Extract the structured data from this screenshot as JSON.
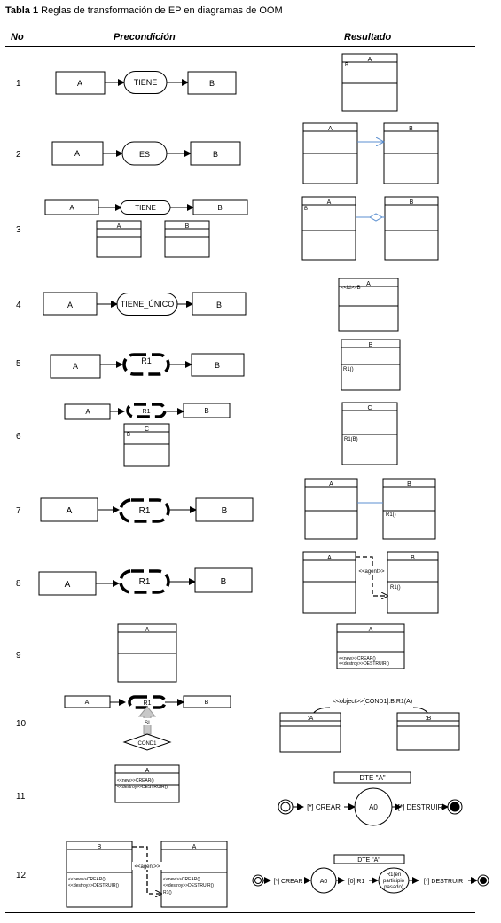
{
  "caption": {
    "label": "Tabla 1",
    "text": "Reglas de transformación de EP en diagramas de OOM"
  },
  "headers": {
    "no": "No",
    "precondition": "Precondición",
    "result": "Resultado"
  },
  "rows": [
    {
      "no": "1",
      "pre": {
        "a": "A",
        "rel": "TIENE",
        "b": "B"
      },
      "res": {
        "cls": "A",
        "attr": "B"
      }
    },
    {
      "no": "2",
      "pre": {
        "a": "A",
        "rel": "ES",
        "b": "B"
      },
      "res": {
        "a": "A",
        "b": "B"
      }
    },
    {
      "no": "3",
      "pre": {
        "a": "A",
        "rel": "TIENE",
        "b": "B",
        "ca": "A",
        "cb": "B"
      },
      "res": {
        "a": "A",
        "b": "B",
        "attr": "B"
      }
    },
    {
      "no": "4",
      "pre": {
        "a": "A",
        "rel": "TIENE_ÚNICO",
        "b": "B"
      },
      "res": {
        "cls": "A",
        "attr": "<<id>>B"
      }
    },
    {
      "no": "5",
      "pre": {
        "a": "A",
        "rel": "R1",
        "b": "B"
      },
      "res": {
        "cls": "B",
        "op": "R1()"
      }
    },
    {
      "no": "6",
      "pre": {
        "a": "A",
        "rel": "R1",
        "b": "B",
        "cc": "C",
        "ccattr": "B"
      },
      "res": {
        "cls": "C",
        "op": "R1(B)"
      }
    },
    {
      "no": "7",
      "pre": {
        "a": "A",
        "rel": "R1",
        "b": "B"
      },
      "res": {
        "a": "A",
        "b": "B",
        "op": "R1()"
      }
    },
    {
      "no": "8",
      "pre": {
        "a": "A",
        "rel": "R1",
        "b": "B"
      },
      "res": {
        "a": "A",
        "b": "B",
        "dep": "<<agent>>",
        "op": "R1()"
      }
    },
    {
      "no": "9",
      "pre": {
        "cls": "A"
      },
      "res": {
        "cls": "A",
        "op1": "<<new>>CREAR()",
        "op2": "<<destroy>>DESTRUIR()"
      }
    },
    {
      "no": "10",
      "pre": {
        "a": "A",
        "rel": "R1",
        "b": "B",
        "si": "SI",
        "cond": "COND1"
      },
      "res": {
        "msg": "<<object>>[COND1]:B.R1(A)",
        "a": ":A",
        "b": ":B"
      }
    },
    {
      "no": "11",
      "pre": {
        "cls": "A",
        "op1": "<<new>>CREAR()",
        "op2": "<<destroy>>DESTRUIR()"
      },
      "res": {
        "title": "DTE \"A\"",
        "t1": "[*] CREAR",
        "state": "A0",
        "t2": "[*] DESTRUIR"
      }
    },
    {
      "no": "12",
      "pre": {
        "b": "B",
        "a": "A",
        "bop1": "<<new>>CREAR()",
        "bop2": "<<destroy>>DESTRUIR()",
        "dep": "<<agent>>",
        "aop1": "<<new>>CREAR()",
        "aop2": "<<destroy>>DESTRUIR()",
        "aop3": "R1()"
      },
      "res": {
        "title": "DTE \"A\"",
        "t1": "[*] CREAR",
        "s1": "A0",
        "t2": "[0] R1",
        "s2": "R1(en participio pasado)",
        "t3": "[*] DESTRUIR"
      }
    }
  ]
}
